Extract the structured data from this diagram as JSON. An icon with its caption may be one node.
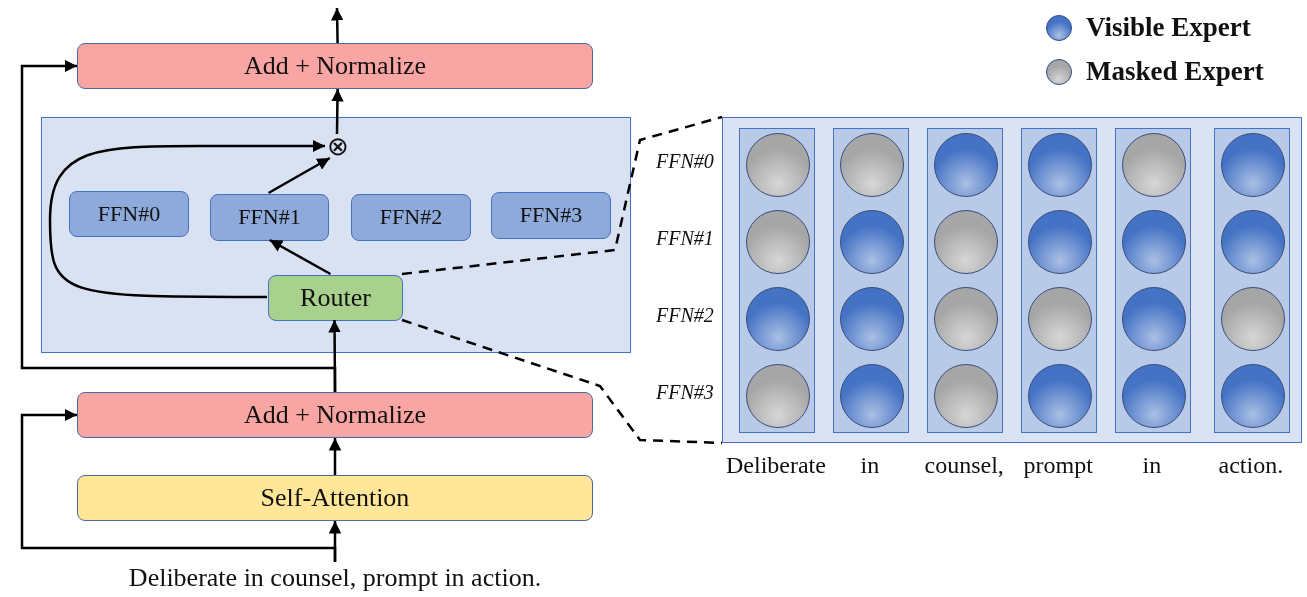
{
  "diagram": {
    "nodes": [
      {
        "text": [
          "Add + Normalize"
        ]
      },
      {
        "text": [],
        "shape": "box"
      },
      {
        "text": [
          "⊗"
        ],
        "in": 1
      },
      {
        "text": [
          "FFN#0"
        ],
        "in": 1
      },
      {
        "text": [
          "FFN#1"
        ],
        "in": 1
      },
      {
        "text": [
          "FFN#2"
        ],
        "in": 1
      },
      {
        "text": [
          "FFN#3"
        ],
        "in": 1
      },
      {
        "text": [
          "Router"
        ],
        "in": 1
      },
      {
        "text": [
          "Add + Normalize"
        ]
      },
      {
        "text": [
          "Self-Attention"
        ]
      },
      {
        "text": [
          "Deliberate in counsel, prompt in action."
        ]
      },
      {
        "text": [],
        "shape": "box"
      },
      {
        "text": [],
        "shape": "box",
        "in": 11
      },
      {
        "text": [],
        "shape": "circle",
        "in": 12
      },
      {
        "text": [],
        "shape": "circle",
        "in": 12
      },
      {
        "text": [],
        "shape": "circle",
        "in": 12
      },
      {
        "text": [],
        "shape": "circle",
        "in": 12
      },
      {
        "text": [],
        "shape": "box",
        "in": 11
      },
      {
        "text": [],
        "shape": "circle",
        "in": 17
      },
      {
        "text": [],
        "shape": "circle",
        "in": 17
      },
      {
        "text": [],
        "shape": "circle",
        "in": 17
      },
      {
        "text": [],
        "shape": "circle",
        "in": 17
      },
      {
        "text": [],
        "shape": "box",
        "in": 11
      },
      {
        "text": [],
        "shape": "circle",
        "in": 22
      },
      {
        "text": [],
        "shape": "circle",
        "in": 22
      },
      {
        "text": [],
        "shape": "circle",
        "in": 22
      },
      {
        "text": [],
        "shape": "circle",
        "in": 22
      },
      {
        "text": [],
        "shape": "box",
        "in": 11
      },
      {
        "text": [],
        "shape": "circle",
        "in": 27
      },
      {
        "text": [],
        "shape": "circle",
        "in": 27
      },
      {
        "text": [],
        "shape": "circle",
        "in": 27
      },
      {
        "text": [],
        "shape": "circle",
        "in": 27
      },
      {
        "text": [],
        "shape": "box",
        "in": 11
      },
      {
        "text": [],
        "shape": "circle",
        "in": 32
      },
      {
        "text": [],
        "shape": "circle",
        "in": 32
      },
      {
        "text": [],
        "shape": "circle",
        "in": 32
      },
      {
        "text": [],
        "shape": "circle",
        "in": 32
      },
      {
        "text": [],
        "shape": "box",
        "in": 11
      },
      {
        "text": [],
        "shape": "circle",
        "in": 37
      },
      {
        "text": [],
        "shape": "circle",
        "in": 37
      },
      {
        "text": [],
        "shape": "circle",
        "in": 37
      },
      {
        "text": [],
        "shape": "circle",
        "in": 37
      }
    ],
    "edges": [
      {
        "from": 10,
        "to": 9,
        "arrow": "to"
      },
      {
        "from": 10,
        "to": 8,
        "arrow": "to"
      },
      {
        "from": 9,
        "to": 8,
        "arrow": "to"
      },
      {
        "from": 8,
        "to": 7,
        "arrow": "to"
      },
      {
        "from": 8,
        "to": 0,
        "arrow": "to"
      },
      {
        "from": 7,
        "to": 4,
        "arrow": "to"
      },
      {
        "from": 7,
        "to": 2,
        "arrow": "to"
      },
      {
        "from": 4,
        "to": 2,
        "arrow": "to"
      },
      {
        "from": 2,
        "to": 0,
        "arrow": "to"
      },
      {
        "from": 0,
        "to": null,
        "arrow": "to"
      },
      {
        "from": 7,
        "to": 11,
        "arrow": "none",
        "style": "dashed"
      },
      {
        "from": 7,
        "to": 11,
        "arrow": "none",
        "style": "dashed"
      }
    ],
    "labels": [
      "FFN#0",
      "FFN#1",
      "FFN#2",
      "FFN#3",
      "Deliberate",
      "in",
      "counsel,",
      "prompt",
      "in",
      "action."
    ],
    "legend": [
      {
        "text": "Visible Expert",
        "color": "#4472c4"
      },
      {
        "text": "Masked Expert",
        "color": "#a6a6a6"
      }
    ]
  }
}
